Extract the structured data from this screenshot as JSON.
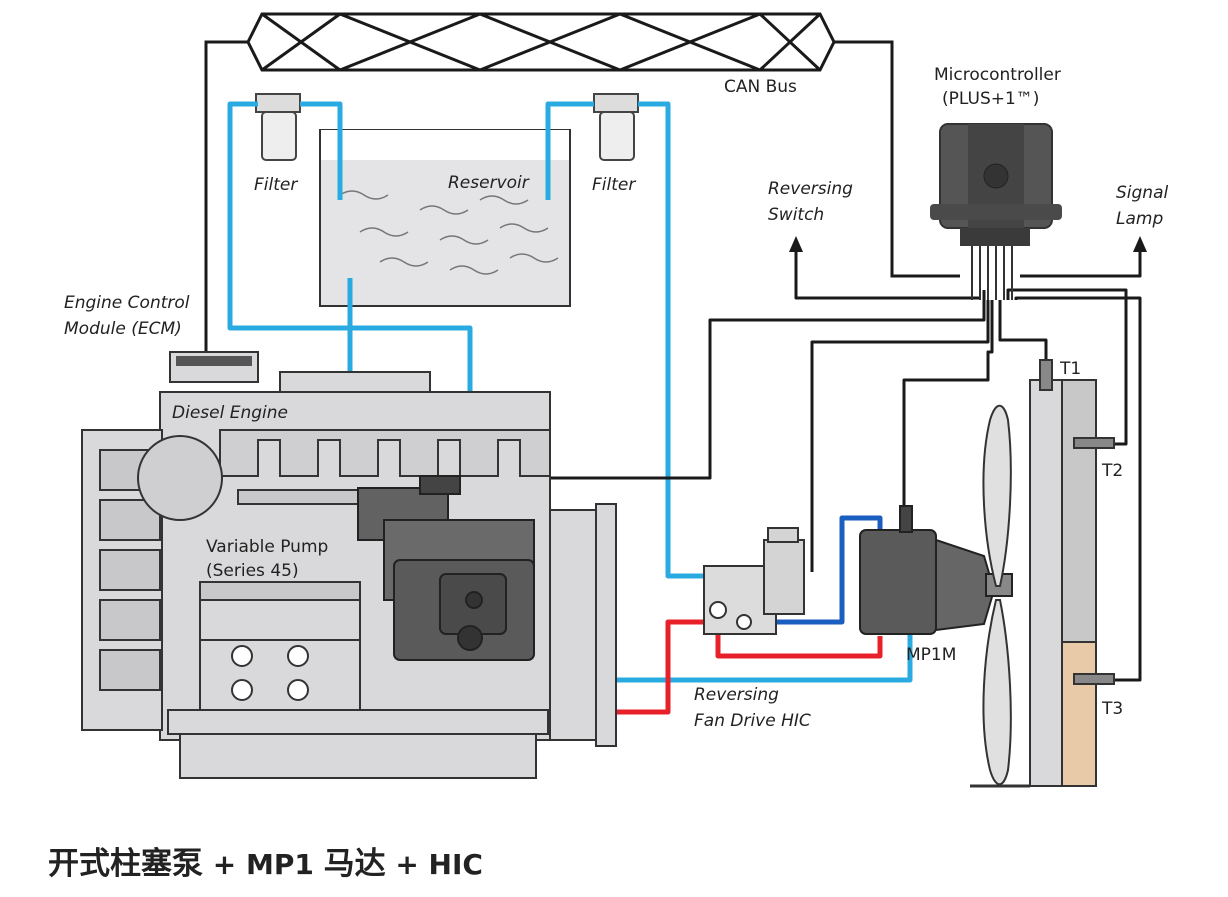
{
  "labels": {
    "can_bus": "CAN Bus",
    "microcontroller_line1": "Microcontroller",
    "microcontroller_line2": "(PLUS+1™)",
    "filter_left": "Filter",
    "filter_right": "Filter",
    "reservoir": "Reservoir",
    "reversing_switch_line1": "Reversing",
    "reversing_switch_line2": "Switch",
    "signal_lamp_line1": "Signal",
    "signal_lamp_line2": "Lamp",
    "ecm_line1": "Engine Control",
    "ecm_line2": "Module (ECM)",
    "diesel_engine": "Diesel Engine",
    "variable_pump_line1": "Variable Pump",
    "variable_pump_line2": "(Series 45)",
    "motor": "MP1M",
    "hic_line1": "Reversing",
    "hic_line2": "Fan Drive HIC",
    "t1": "T1",
    "t2": "T2",
    "t3": "T3"
  },
  "caption": {
    "part1": "开式柱塞泵",
    "part2": " + MP1 ",
    "part3": "马达",
    "part4": " + HIC"
  },
  "colors": {
    "suction_line": "#29abe2",
    "pressure_line": "#e8202a",
    "motor_line": "#1a5fbf",
    "wire": "#1a1a1a",
    "component": "#5a5a5a",
    "engine_fill": "#d9d9db",
    "reservoir_fill": "#e4e4e6",
    "cooler_fill": "#dcdcdc",
    "cooler_lower": "#e8c9a8"
  }
}
